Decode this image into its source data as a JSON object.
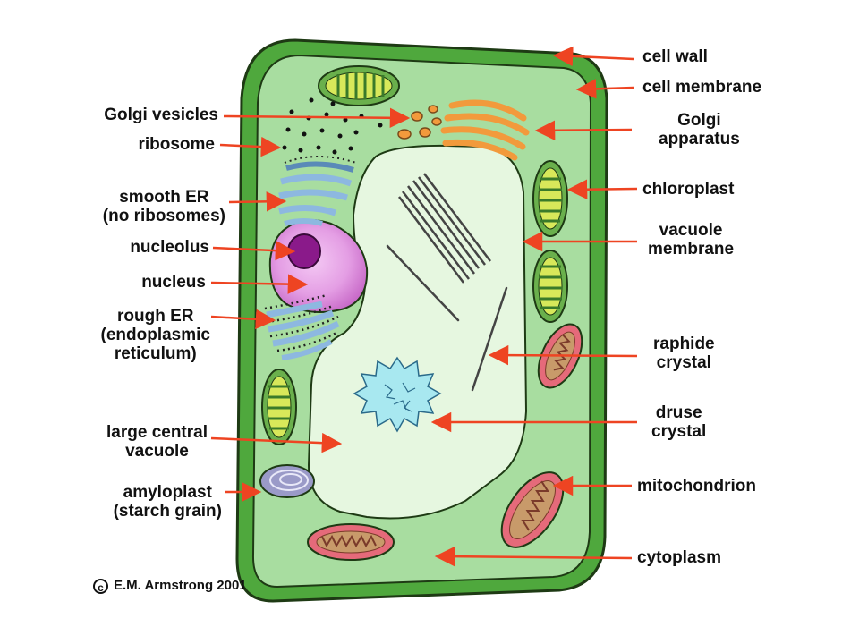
{
  "labels": {
    "cell_wall": "cell wall",
    "cell_membrane": "cell membrane",
    "golgi_vesicles": "Golgi vesicles",
    "ribosome": "ribosome",
    "golgi_apparatus": [
      "Golgi",
      "apparatus"
    ],
    "smooth_er": [
      "smooth ER",
      "(no ribosomes)"
    ],
    "chloroplast": "chloroplast",
    "nucleolus": "nucleolus",
    "vacuole_membrane": [
      "vacuole",
      "membrane"
    ],
    "nucleus": "nucleus",
    "rough_er": [
      "rough ER",
      "(endoplasmic",
      "reticulum)"
    ],
    "raphide_crystal": [
      "raphide",
      "crystal"
    ],
    "large_central_vacuole": [
      "large central",
      "vacuole"
    ],
    "druse_crystal": [
      "druse",
      "crystal"
    ],
    "amyloplast": [
      "amyloplast",
      "(starch grain)"
    ],
    "mitochondrion": "mitochondrion",
    "cytoplasm": "cytoplasm"
  },
  "copyright": {
    "symbol": "c",
    "text": "E.M. Armstrong 2001"
  },
  "colors": {
    "cell_wall": "#4fa83d",
    "cytoplasm": "#a8dda0",
    "vacuole": "#e6f7e0",
    "nucleus": "#d888d8",
    "nucleolus": "#8a1a8a",
    "er": "#8db8e0",
    "golgi": "#f29a3c",
    "chloroplast": "#6ab04c",
    "chloroplast_stroma": "#d8e85a",
    "mitochondrion": "#e56a7a",
    "mito_cristae": "#c89a6a",
    "amyloplast": "#9a9ac8",
    "druse": "#a8e8f0",
    "arrow": "#ee4422"
  }
}
